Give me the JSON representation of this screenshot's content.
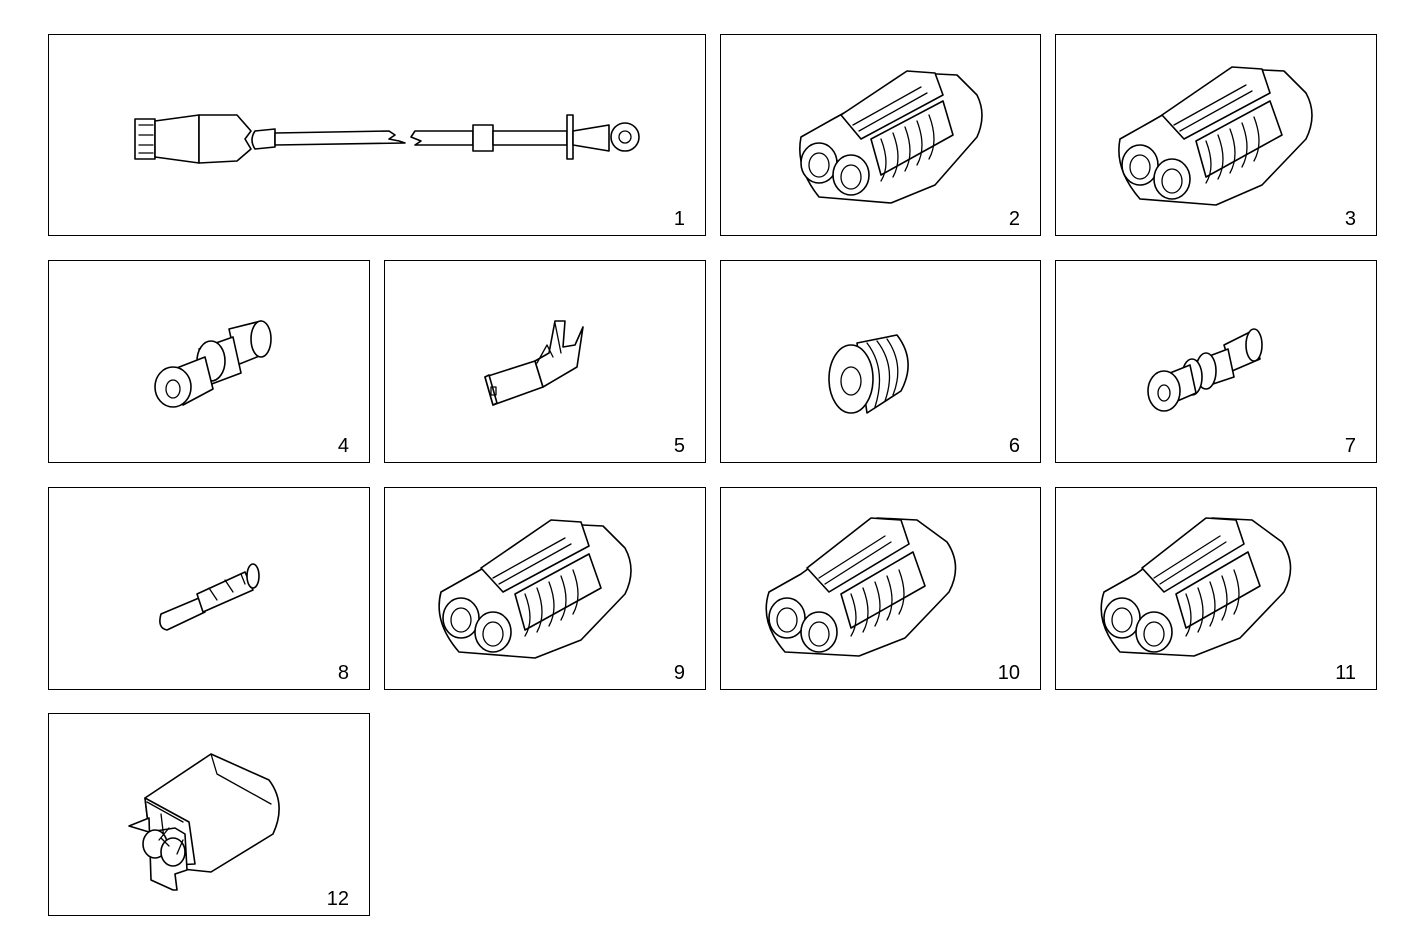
{
  "parts": [
    {
      "number": "1",
      "name": "cable-harness"
    },
    {
      "number": "2",
      "name": "two-pin-connector"
    },
    {
      "number": "3",
      "name": "two-pin-connector"
    },
    {
      "number": "4",
      "name": "seal"
    },
    {
      "number": "5",
      "name": "terminal"
    },
    {
      "number": "6",
      "name": "blank-seal"
    },
    {
      "number": "7",
      "name": "seal"
    },
    {
      "number": "8",
      "name": "blade-terminal"
    },
    {
      "number": "9",
      "name": "two-pin-connector"
    },
    {
      "number": "10",
      "name": "two-pin-connector"
    },
    {
      "number": "11",
      "name": "two-pin-connector"
    },
    {
      "number": "12",
      "name": "connector-housing"
    }
  ]
}
